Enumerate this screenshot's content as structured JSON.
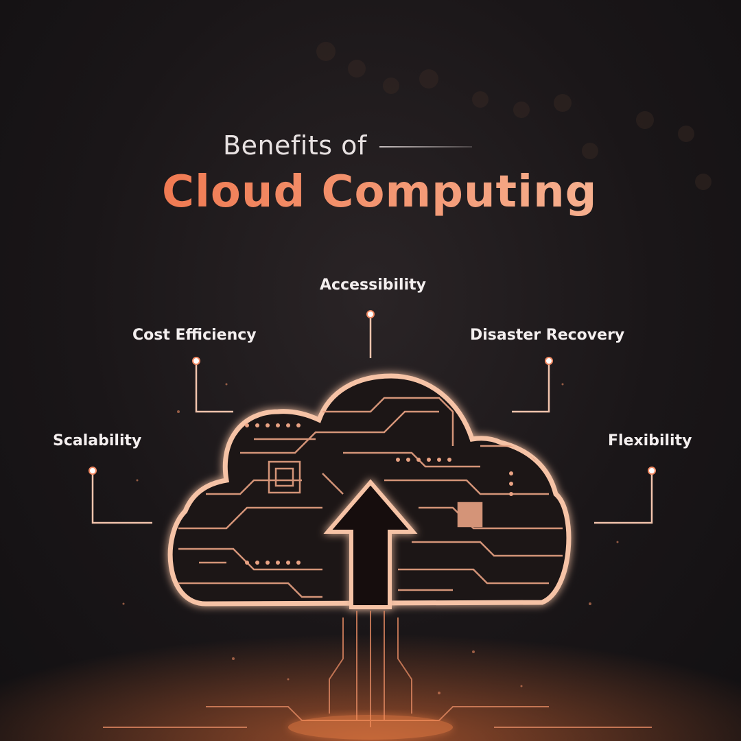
{
  "title": {
    "line1": "Benefits of",
    "line2": "Cloud Computing"
  },
  "benefits": {
    "accessibility": "Accessibility",
    "cost_efficiency": "Cost Efficiency",
    "disaster_recovery": "Disaster Recovery",
    "scalability": "Scalability",
    "flexibility": "Flexibility"
  },
  "colors": {
    "accent": "#f28a63",
    "glow": "#f8c9b0",
    "text": "#f4efef",
    "background": "#1a1618"
  },
  "icons": [
    "cloud-circuit-icon",
    "upload-arrow-icon",
    "connector-dot-icon"
  ]
}
